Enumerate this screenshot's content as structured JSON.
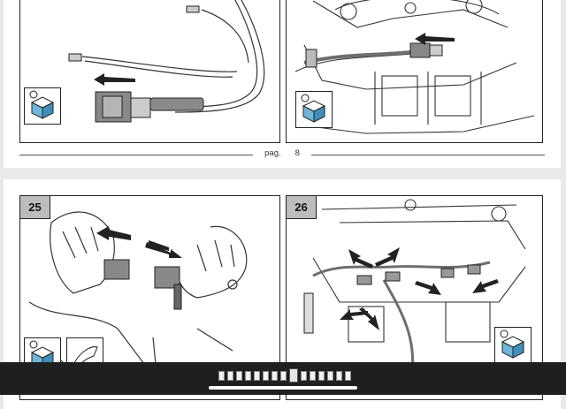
{
  "document": {
    "pages": [
      {
        "footer": {
          "label": "pag.",
          "number": "8"
        },
        "panels": [
          {
            "step": ""
          },
          {
            "step": ""
          }
        ]
      },
      {
        "panels": [
          {
            "step": "25"
          },
          {
            "step": "26"
          }
        ]
      }
    ]
  },
  "viewer": {
    "thumbnail_count": 15,
    "current_thumbnail": 8
  }
}
